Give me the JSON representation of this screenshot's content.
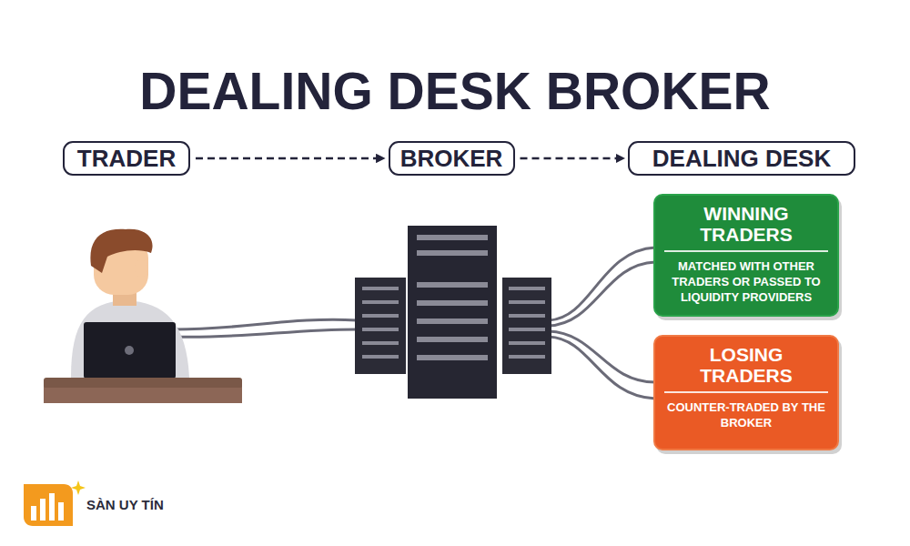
{
  "diagram": {
    "title": "DEALING DESK BROKER",
    "nodes": [
      {
        "text": [
          "TRADER"
        ]
      },
      {
        "text": [
          "BROKER"
        ]
      },
      {
        "text": [
          "DEALING DESK"
        ]
      },
      {
        "text": [
          "WINNING TRADERS",
          "MATCHED WITH OTHER TRADERS OR PASSED TO LIQUIDITY PROVIDERS"
        ]
      },
      {
        "text": [
          "LOSING TRADERS",
          "COUNTER-TRADED BY THE BROKER"
        ]
      }
    ],
    "edges": [
      {
        "from": 0,
        "to": 1,
        "arrow": "to"
      },
      {
        "from": 1,
        "to": 2,
        "arrow": "to"
      }
    ],
    "labels": [
      "SÀN UY TÍN"
    ]
  }
}
